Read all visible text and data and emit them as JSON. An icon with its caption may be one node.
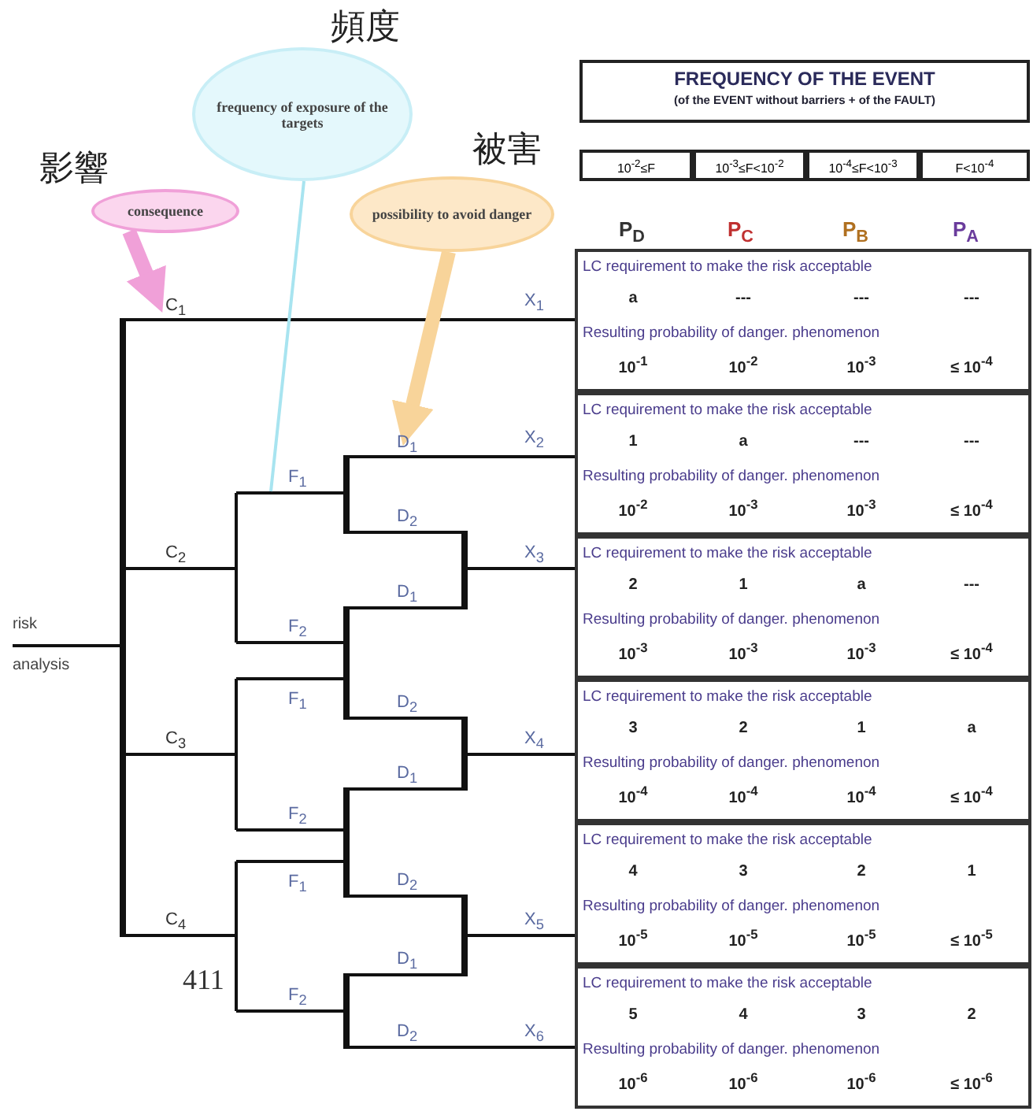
{
  "diagram": {
    "nodes": [
      {
        "text": [
          "frequency of exposure of the targets"
        ],
        "beside": [
          "頻度"
        ]
      },
      {
        "text": [
          "consequence"
        ],
        "beside": [
          "影響"
        ]
      },
      {
        "text": [
          "possibility to avoid danger"
        ],
        "beside": [
          "被害"
        ]
      },
      {
        "text": [
          "FREQUENCY OF THE EVENT",
          "(of the EVENT without barriers + of the FAULT)"
        ]
      },
      {
        "text": [
          "10$^{-2}$≤F"
        ]
      },
      {
        "text": [
          "10$^{-3}$≤F<10$^{-2}$"
        ]
      },
      {
        "text": [
          "10$^{-4}$≤F<10$^{-3}$"
        ]
      },
      {
        "text": [
          "F<10$^{-4}$"
        ]
      },
      {
        "text": [
          "C$_{1}$"
        ]
      },
      {
        "text": [
          "D$_{1}$"
        ]
      },
      {
        "text": [
          "LC requirement to make the risk acceptable",
          "a",
          "---",
          "---",
          "---",
          "Resulting probability of danger. phenomenon",
          "10$^{-1}$",
          "10$^{-2}$",
          "10$^{-3}$",
          "≤ 10$^{-4}$"
        ]
      },
      {
        "text": [
          "LC requirement to make the risk acceptable",
          "1",
          "a",
          "---",
          "---",
          "Resulting probability of danger. phenomenon",
          "10$^{-2}$",
          "10$^{-3}$",
          "10$^{-3}$",
          "≤ 10$^{-4}$"
        ]
      },
      {
        "text": [
          "LC requirement to make the risk acceptable",
          "2",
          "1",
          "a",
          "---",
          "Resulting probability of danger. phenomenon",
          "10$^{-3}$",
          "10$^{-3}$",
          "10$^{-3}$",
          "≤ 10$^{-4}$"
        ]
      },
      {
        "text": [
          "LC requirement to make the risk acceptable",
          "3",
          "2",
          "1",
          "a",
          "Resulting probability of danger. phenomenon",
          "10$^{-4}$",
          "10$^{-4}$",
          "10$^{-4}$",
          "≤ 10$^{-4}$"
        ]
      },
      {
        "text": [
          "LC requirement to make the risk acceptable",
          "4",
          "3",
          "2",
          "1",
          "Resulting probability of danger. phenomenon",
          "10$^{-5}$",
          "10$^{-5}$",
          "10$^{-5}$",
          "≤ 10$^{-5}$"
        ]
      },
      {
        "text": [
          "LC requirement to make the risk acceptable",
          "5",
          "4",
          "3",
          "2",
          "Resulting probability of danger. phenomenon",
          "10$^{-6}$",
          "10$^{-6}$",
          "10$^{-6}$",
          "≤ 10$^{-6}$"
        ]
      }
    ],
    "edges": [
      {
        "from": 1,
        "to": 8,
        "arrow": "to",
        "color": "#f0a0d8"
      },
      {
        "from": 0,
        "to": null,
        "arrow": "none",
        "color": "#a8e4f0"
      },
      {
        "from": 2,
        "to": 9,
        "arrow": "to",
        "color": "#f8d49a"
      }
    ],
    "labels": [
      "P$_{D}$",
      "P$_{C}$",
      "P$_{B}$",
      "P$_{A}$",
      "X$_{1}$",
      "X$_{2}$",
      "F$_{1}$",
      "D$_{2}$",
      "C$_{2}$",
      "X$_{3}$",
      "D$_{1}$",
      "risk analysis",
      "F$_{2}$",
      "F$_{1}$",
      "D$_{2}$",
      "C$_{3}$",
      "X$_{4}$",
      "D$_{1}$",
      "F$_{2}$",
      "F$_{1}$",
      "D$_{2}$",
      "C$_{4}$",
      "X$_{5}$",
      "D$_{1}$",
      "411",
      "F$_{2}$",
      "D$_{2}$",
      "X$_{6}$"
    ]
  }
}
